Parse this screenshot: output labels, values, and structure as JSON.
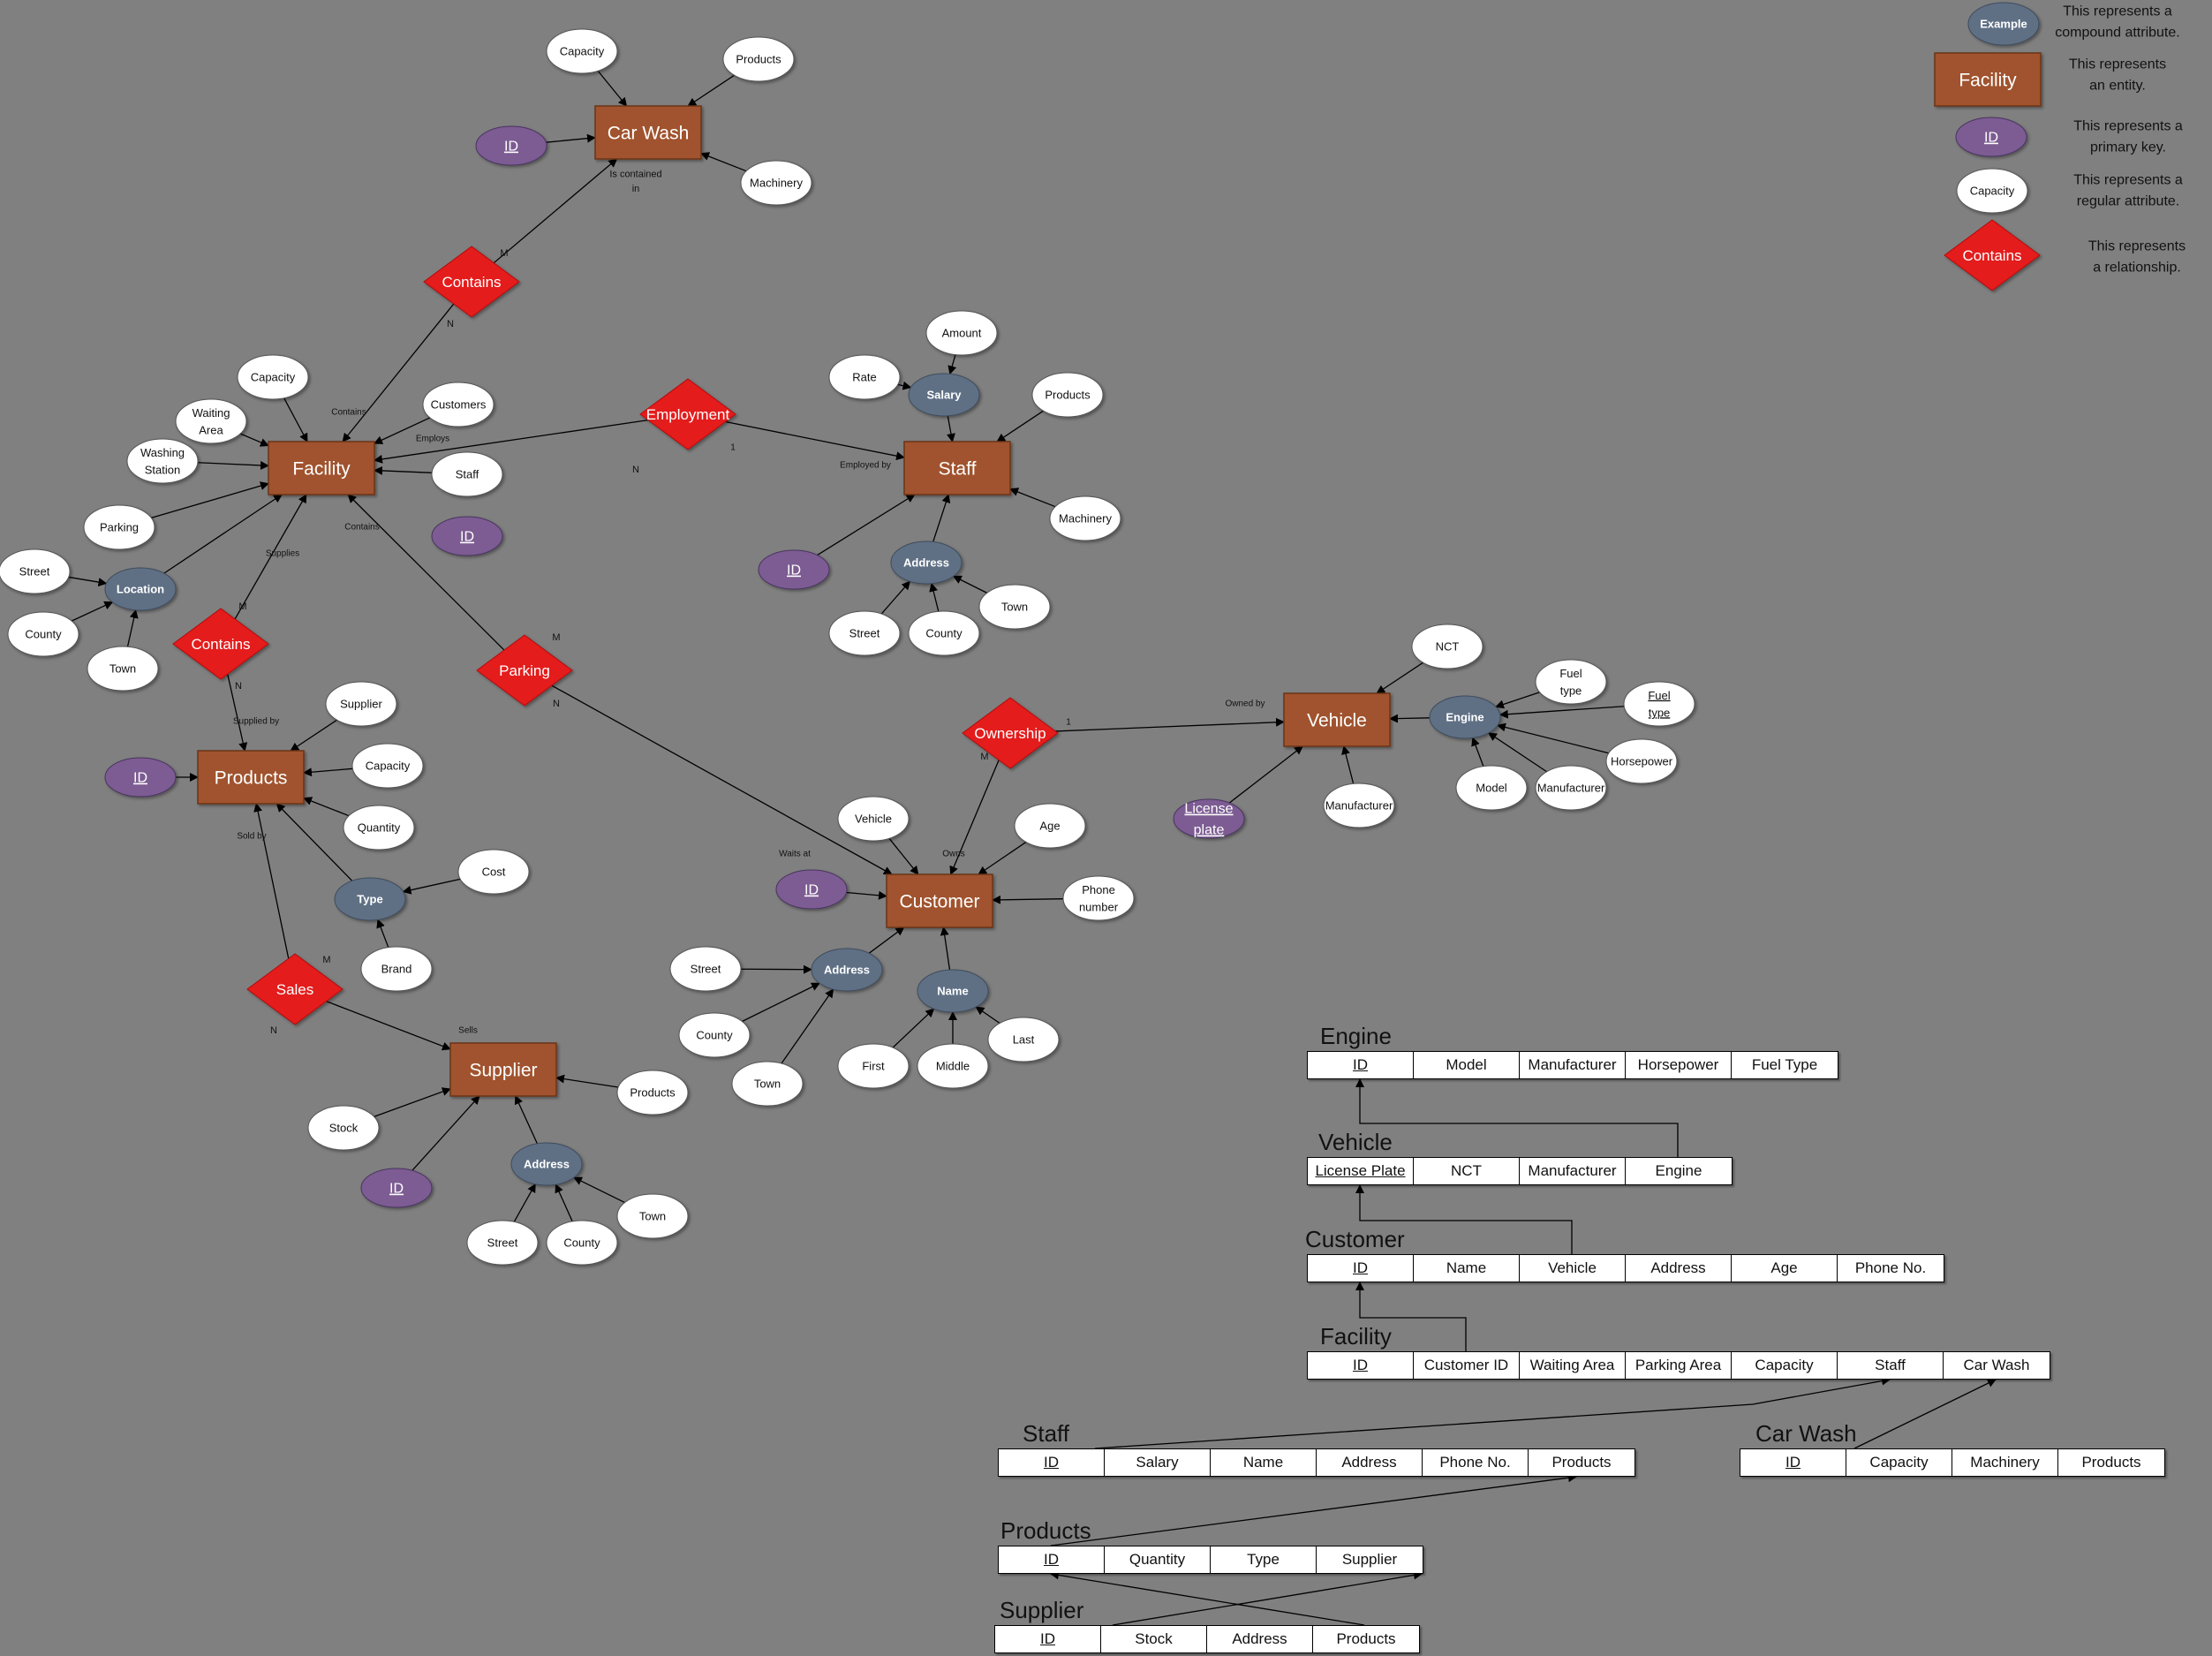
{
  "colors": {
    "background": "#808080",
    "entity_fill": "#A0522D",
    "relationship_fill": "#E41A1A",
    "primary_key_fill": "#7B5B92",
    "compound_fill": "#5F7085",
    "attribute_fill": "#FFFFFF"
  },
  "legend": {
    "compound_sample": "Example",
    "compound_desc": "This represents a compound attribute.",
    "entity_sample": "Facility",
    "entity_desc": "This represents an entity.",
    "key_sample": "ID",
    "key_desc": "This represents a primary key.",
    "attr_sample": "Capacity",
    "attr_desc": "This represents a regular attribute.",
    "rel_sample": "Contains",
    "rel_desc": "This represents a relationship."
  },
  "entities": {
    "carwash": "Car Wash",
    "facility": "Facility",
    "staff": "Staff",
    "products": "Products",
    "vehicle": "Vehicle",
    "customer": "Customer",
    "supplier": "Supplier"
  },
  "relationships": {
    "contains_top": "Contains",
    "employment": "Employment",
    "contains_left": "Contains",
    "parking": "Parking",
    "ownership": "Ownership",
    "sales": "Sales"
  },
  "attributes": {
    "cw_capacity": "Capacity",
    "cw_products": "Products",
    "cw_machinery": "Machinery",
    "cw_id": "ID",
    "fac_capacity": "Capacity",
    "fac_waiting": "Waiting Area",
    "fac_washing": "Washing Station",
    "fac_customers": "Customers",
    "fac_staff": "Staff",
    "fac_parking": "Parking",
    "fac_id": "ID",
    "fac_location": "Location",
    "loc_street": "Street",
    "loc_county": "County",
    "loc_town": "Town",
    "st_amount": "Amount",
    "st_rate": "Rate",
    "st_salary": "Salary",
    "st_products": "Products",
    "st_machinery": "Machinery",
    "st_id": "ID",
    "st_address": "Address",
    "st_street": "Street",
    "st_county": "County",
    "st_town": "Town",
    "pr_id": "ID",
    "pr_supplier": "Supplier",
    "pr_capacity": "Capacity",
    "pr_quantity": "Quantity",
    "pr_type": "Type",
    "pr_cost": "Cost",
    "pr_brand": "Brand",
    "ve_nct": "NCT",
    "ve_engine": "Engine",
    "en_fueltype1": "Fuel type",
    "en_fueltype2": "Fuel type",
    "en_horsepower": "Horsepower",
    "en_model": "Model",
    "en_manufacturer": "Manufacturer",
    "ve_manufacturer": "Manufacturer",
    "ve_license": "License plate",
    "cu_vehicle": "Vehicle",
    "cu_age": "Age",
    "cu_id": "ID",
    "cu_phone": "Phone number",
    "cu_address": "Address",
    "cu_street": "Street",
    "cu_county": "County",
    "cu_town": "Town",
    "cu_name": "Name",
    "cu_first": "First",
    "cu_middle": "Middle",
    "cu_last": "Last",
    "su_products": "Products",
    "su_stock": "Stock",
    "su_id": "ID",
    "su_address": "Address",
    "su_street": "Street",
    "su_county": "County",
    "su_town": "Town"
  },
  "edge_labels": {
    "contained_in": "Is contained in",
    "m1": "M",
    "n1": "N",
    "contains_a": "Contains",
    "employs": "Employs",
    "contains_b": "Contains",
    "n_emp": "N",
    "one_emp": "1",
    "employed_by": "Employed by",
    "supplies": "Supplies",
    "m2": "M",
    "n2": "N",
    "supplied_by": "Supplied by",
    "m3": "M",
    "n3": "N",
    "one_own": "1",
    "owned_by": "Owned by",
    "m_own": "M",
    "waits_at": "Waits at",
    "owns": "Owns",
    "sold_by": "Sold by",
    "m_sales": "M",
    "n_sales": "N",
    "sells": "Sells"
  },
  "tables": {
    "engine": {
      "title": "Engine",
      "cols": [
        "ID",
        "Model",
        "Manufacturer",
        "Horsepower",
        "Fuel Type"
      ]
    },
    "vehicle": {
      "title": "Vehicle",
      "cols": [
        "License Plate",
        "NCT",
        "Manufacturer",
        "Engine"
      ]
    },
    "customer": {
      "title": "Customer",
      "cols": [
        "ID",
        "Name",
        "Vehicle",
        "Address",
        "Age",
        "Phone No."
      ]
    },
    "facility": {
      "title": "Facility",
      "cols": [
        "ID",
        "Customer ID",
        "Waiting Area",
        "Parking Area",
        "Capacity",
        "Staff",
        "Car Wash"
      ]
    },
    "staff": {
      "title": "Staff",
      "cols": [
        "ID",
        "Salary",
        "Name",
        "Address",
        "Phone No.",
        "Products"
      ]
    },
    "carwash": {
      "title": "Car Wash",
      "cols": [
        "ID",
        "Capacity",
        "Machinery",
        "Products"
      ]
    },
    "products": {
      "title": "Products",
      "cols": [
        "ID",
        "Quantity",
        "Type",
        "Supplier"
      ]
    },
    "supplier": {
      "title": "Supplier",
      "cols": [
        "ID",
        "Stock",
        "Address",
        "Products"
      ]
    }
  }
}
